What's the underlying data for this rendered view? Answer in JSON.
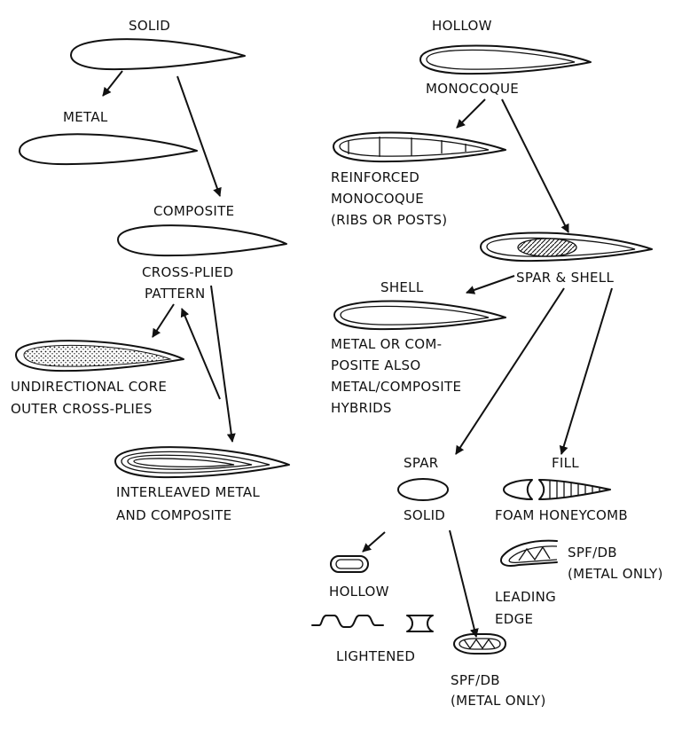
{
  "labels": {
    "solid": "SOLID",
    "metal": "METAL",
    "composite": "COMPOSITE",
    "cross_plied_1": "CROSS-PLIED",
    "cross_plied_2": "PATTERN",
    "undirectional_1": "UNDIRECTIONAL CORE",
    "undirectional_2": "OUTER CROSS-PLIES",
    "interleaved_1": "INTERLEAVED METAL",
    "interleaved_2": "AND COMPOSITE",
    "hollow_top": "HOLLOW",
    "monocoque": "MONOCOQUE",
    "reinforced_1": "REINFORCED",
    "reinforced_2": "MONOCOQUE",
    "reinforced_3": "(RIBS OR POSTS)",
    "spar_shell": "SPAR & SHELL",
    "shell": "SHELL",
    "shell_desc_1": "METAL OR COM-",
    "shell_desc_2": "POSITE ALSO",
    "shell_desc_3": "METAL/COMPOSITE",
    "shell_desc_4": "HYBRIDS",
    "spar": "SPAR",
    "spar_solid": "SOLID",
    "fill": "FILL",
    "foam_honeycomb": "FOAM HONEYCOMB",
    "spf_db_le_1": "SPF/DB",
    "spf_db_le_2": "(METAL ONLY)",
    "leading_1": "LEADING",
    "leading_2": "EDGE",
    "spar_hollow": "HOLLOW",
    "lightened": "LIGHTENED",
    "spf_db_spar_1": "SPF/DB",
    "spf_db_spar_2": "(METAL ONLY)"
  }
}
